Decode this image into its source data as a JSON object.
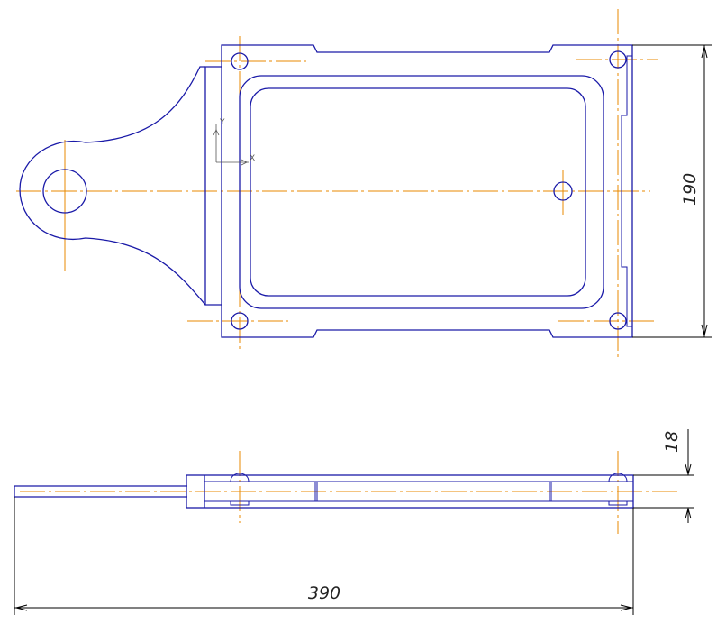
{
  "dimensions": {
    "height_label": "190",
    "length_label": "390",
    "thickness_label": "18"
  },
  "axes": {
    "x_label": "X",
    "y_label": "Y"
  },
  "colors": {
    "outline": "#1a1aa8",
    "centerline": "#e88a00",
    "dimension": "#000000"
  }
}
